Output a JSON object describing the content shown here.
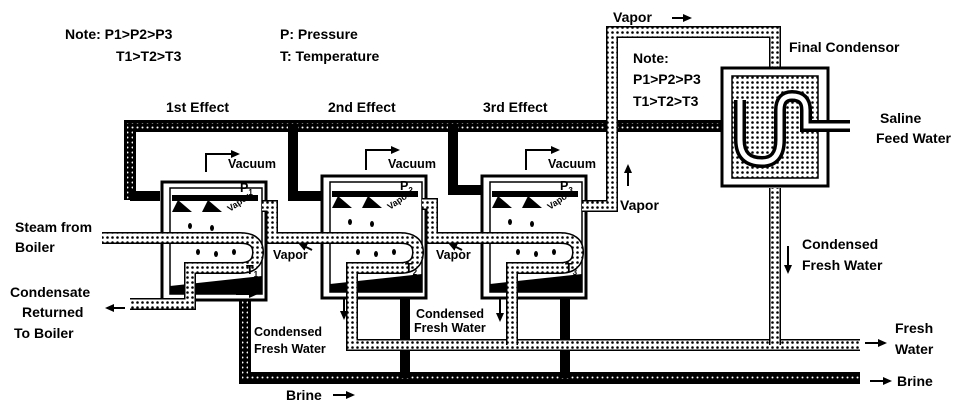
{
  "notes": {
    "left": {
      "prefix": "Note:",
      "line1": "P1>P2>P3",
      "line2": "T1>T2>T3"
    },
    "legend": {
      "pressure": "P: Pressure",
      "temperature": "T: Temperature"
    },
    "box": {
      "title": "Note:",
      "line1": "P1>P2>P3",
      "line2": "T1>T2>T3"
    }
  },
  "effects": [
    {
      "title": "1st Effect",
      "vacuum": "Vacuum",
      "p": "P",
      "p_sub": "1",
      "t": "T",
      "t_sub": "1",
      "vapor_inner": "Vapor"
    },
    {
      "title": "2nd Effect",
      "vacuum": "Vacuum",
      "p": "P",
      "p_sub": "2",
      "t": "T",
      "t_sub": "2",
      "vapor_inner": "Vapor"
    },
    {
      "title": "3rd Effect",
      "vacuum": "Vacuum",
      "p": "P",
      "p_sub": "3",
      "t": "T",
      "t_sub": "3",
      "vapor_inner": "Vapor"
    }
  ],
  "streams": {
    "vapor_top": "Vapor",
    "final_condensor": "Final Condensor",
    "saline_line1": "Saline",
    "saline_line2": "Feed Water",
    "vapor_right": "Vapor",
    "condensed_right_1": "Condensed",
    "condensed_right_2": "Fresh Water",
    "fresh_water_1": "Fresh",
    "fresh_water_2": "Water",
    "brine_right": "Brine",
    "brine_bottom": "Brine",
    "steam_1": "Steam from",
    "steam_2": "Boiler",
    "condensate_1": "Condensate",
    "condensate_2": "Returned",
    "condensate_3": "To Boiler",
    "vapor_between_1": "Vapor",
    "vapor_between_2": "Vapor",
    "condensed_a_1": "Condensed",
    "condensed_a_2": "Fresh Water",
    "condensed_b_1": "Condensed",
    "condensed_b_2": "Fresh Water"
  }
}
